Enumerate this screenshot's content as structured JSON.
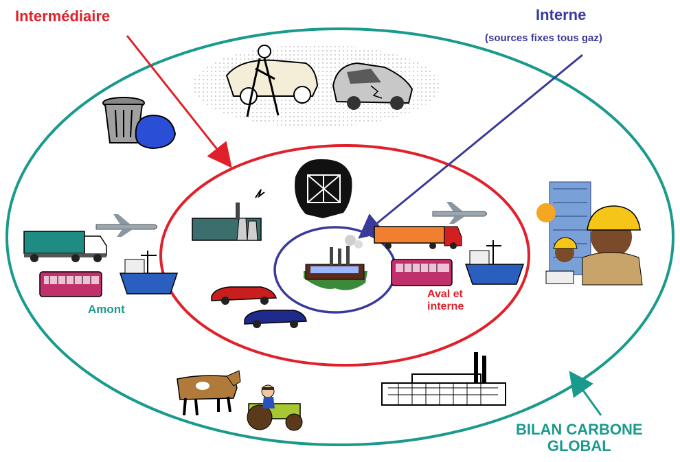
{
  "labels": {
    "intermediaire": "Intermédiaire",
    "interne": "Interne",
    "interne_sub": "(sources fixes tous gaz)",
    "amont": "Amont",
    "aval_line1": "Aval et",
    "aval_line2": "interne",
    "bilan_line1": "BILAN CARBONE",
    "bilan_line2": "GLOBAL"
  },
  "colors": {
    "global": "#1a9a8c",
    "intermediaire": "#e0202b",
    "interne": "#3a3a9a"
  },
  "icons": [
    "car-repair-icon",
    "crashed-car-icon",
    "trash-bin-icon",
    "brain-icon",
    "power-plant-icon",
    "airplane-icon",
    "truck-icon",
    "train-icon",
    "ship-icon",
    "car-icon",
    "factory-icon",
    "construction-workers-icon",
    "cow-icon",
    "tractor-icon",
    "industrial-building-icon"
  ]
}
